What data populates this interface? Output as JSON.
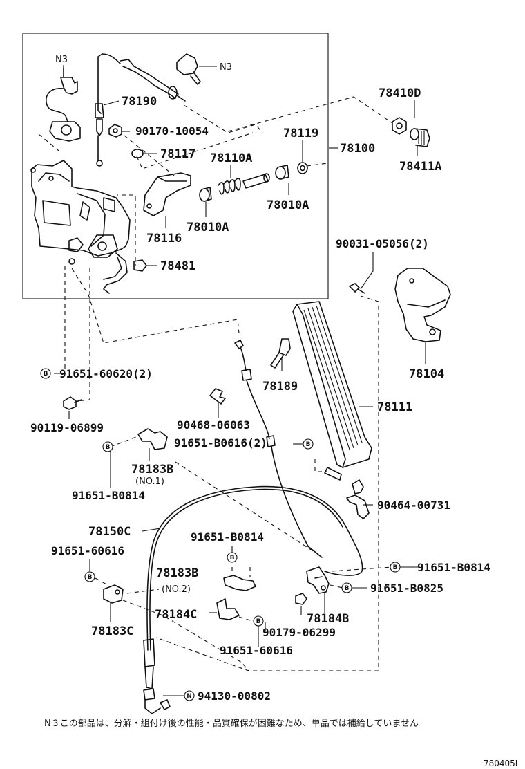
{
  "labels": {
    "n3_top_left": "N3",
    "n3_top_right": "N3",
    "p78190": "78190",
    "p90170": "90170-10054",
    "p78117": "78117",
    "p78110a": "78110A",
    "p78119": "78119",
    "p78100": "78100",
    "p78410d": "78410D",
    "p78411a": "78411A",
    "p78010a_right": "78010A",
    "p78010a_left": "78010A",
    "p78116": "78116",
    "p78481": "78481",
    "p90031": "90031-05056(2)",
    "p78104": "78104",
    "p91651_60620": "91651-60620(2)",
    "p78189": "78189",
    "p78111": "78111",
    "p90119": "90119-06899",
    "p90468": "90468-06063",
    "p91651_b0616": "91651-B0616(2)",
    "p78183b_no1": "78183B",
    "no1": "(NO.1)",
    "p91651_b0814_a": "91651-B0814",
    "p90464": "90464-00731",
    "p78150c": "78150C",
    "p91651_b0814_b": "91651-B0814",
    "p91651_60616_a": "91651-60616",
    "p78183b_no2": "78183B",
    "no2": "(NO.2)",
    "p91651_b0814_c": "91651-B0814",
    "p91651_b0825": "91651-B0825",
    "p78184c": "78184C",
    "p78183c": "78183C",
    "p78184b": "78184B",
    "p90179": "90179-06299",
    "p91651_60616_b": "91651-60616",
    "p94130": "94130-00802"
  },
  "symbols": {
    "bolt_mark": "B",
    "nut_mark": "N"
  },
  "footnote": "N３この部品は、分解・組付け後の性能・品質確保が困難なため、単品では補給していません",
  "figure_code": "780405Ⅰ"
}
